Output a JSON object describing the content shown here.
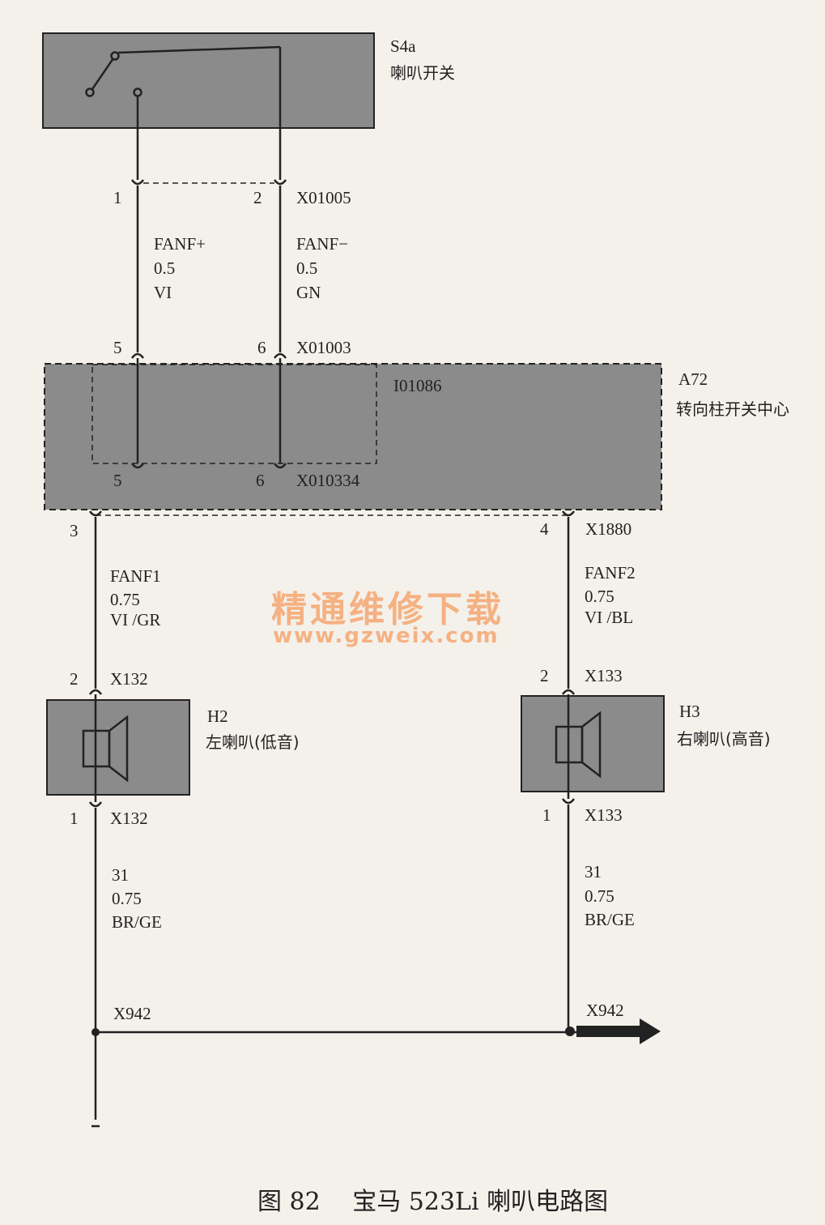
{
  "components": {
    "s4a": {
      "id": "S4a",
      "name": "喇叭开关"
    },
    "a72": {
      "id": "A72",
      "name": "转向柱开关中心",
      "internal": "I01086"
    },
    "h2": {
      "id": "H2",
      "name": "左喇叭(低音)"
    },
    "h3": {
      "id": "H3",
      "name": "右喇叭(高音)"
    }
  },
  "connectors": {
    "x01005": {
      "name": "X01005",
      "pin_left": "1",
      "pin_right": "2"
    },
    "x01003": {
      "name": "X01003",
      "pin_left": "5",
      "pin_right": "6"
    },
    "x010334": {
      "name": "X010334",
      "pin_left": "5",
      "pin_right": "6"
    },
    "x1880": {
      "pin_left": "3",
      "pin_right": "4",
      "name": "X1880"
    },
    "x132_top": {
      "pin": "2",
      "name": "X132"
    },
    "x133_top": {
      "pin": "2",
      "name": "X133"
    },
    "x132_bot": {
      "pin": "1",
      "name": "X132"
    },
    "x133_bot": {
      "pin": "1",
      "name": "X133"
    },
    "x942_left": "X942",
    "x942_right": "X942"
  },
  "wires": {
    "fanf_plus": {
      "signal": "FANF+",
      "size": "0.5",
      "color": "VI"
    },
    "fanf_minus": {
      "signal": "FANF−",
      "size": "0.5",
      "color": "GN"
    },
    "fanf1": {
      "signal": "FANF1",
      "size": "0.75",
      "color": "VI /GR"
    },
    "fanf2": {
      "signal": "FANF2",
      "size": "0.75",
      "color": "VI /BL"
    },
    "gnd_left": {
      "signal": "31",
      "size": "0.75",
      "color": "BR/GE"
    },
    "gnd_right": {
      "signal": "31",
      "size": "0.75",
      "color": "BR/GE"
    }
  },
  "watermark": {
    "line1": "精通维修下载",
    "line2": "www.gzweix.com"
  },
  "caption": "图 82　 宝马 523Li 喇叭电路图",
  "colors": {
    "box_fill": "#8b8b8b",
    "line": "#222222",
    "watermark": "#f59b5f"
  }
}
